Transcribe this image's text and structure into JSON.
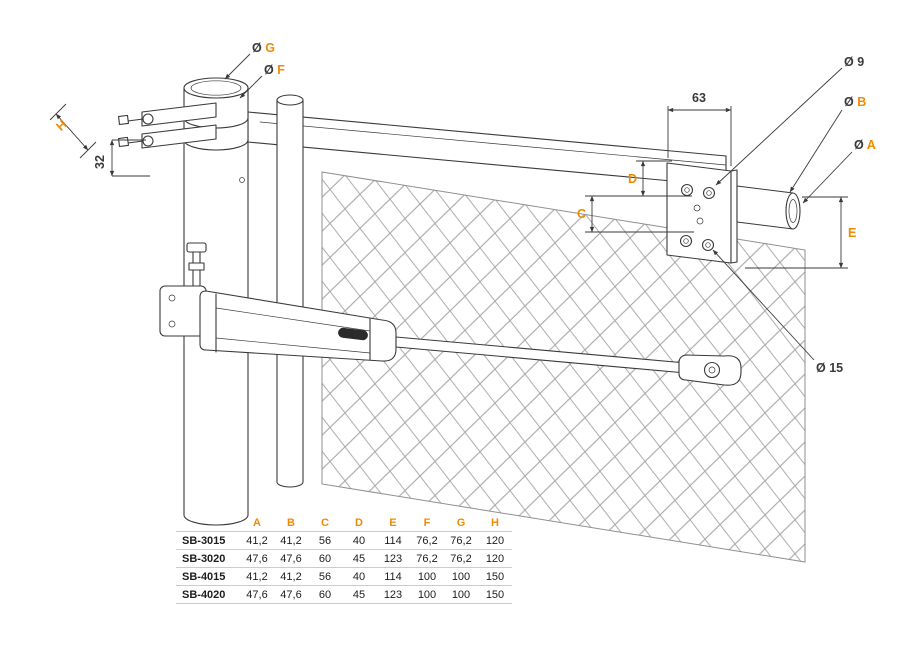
{
  "drawing": {
    "accent_color": "#f08a00",
    "line_color": "#3a3a3a",
    "mesh_color": "#a5a5a5",
    "dim_labels": {
      "g": {
        "sym": "Ø ",
        "letter": "G"
      },
      "f": {
        "sym": "Ø ",
        "letter": "F"
      },
      "h": "H",
      "offset_32": "32",
      "width_63": "63",
      "dia_9": "Ø 9",
      "b": {
        "sym": "Ø ",
        "letter": "B"
      },
      "a": {
        "sym": "Ø ",
        "letter": "A"
      },
      "d": "D",
      "c": "C",
      "e": "E",
      "dia_15": "Ø 15"
    }
  },
  "table": {
    "headers": [
      "A",
      "B",
      "C",
      "D",
      "E",
      "F",
      "G",
      "H"
    ],
    "rows": [
      {
        "model": "SB-3015",
        "values": [
          "41,2",
          "41,2",
          "56",
          "40",
          "114",
          "76,2",
          "76,2",
          "120"
        ]
      },
      {
        "model": "SB-3020",
        "values": [
          "47,6",
          "47,6",
          "60",
          "45",
          "123",
          "76,2",
          "76,2",
          "120"
        ]
      },
      {
        "model": "SB-4015",
        "values": [
          "41,2",
          "41,2",
          "56",
          "40",
          "114",
          "100",
          "100",
          "150"
        ]
      },
      {
        "model": "SB-4020",
        "values": [
          "47,6",
          "47,6",
          "60",
          "45",
          "123",
          "100",
          "100",
          "150"
        ]
      }
    ]
  }
}
